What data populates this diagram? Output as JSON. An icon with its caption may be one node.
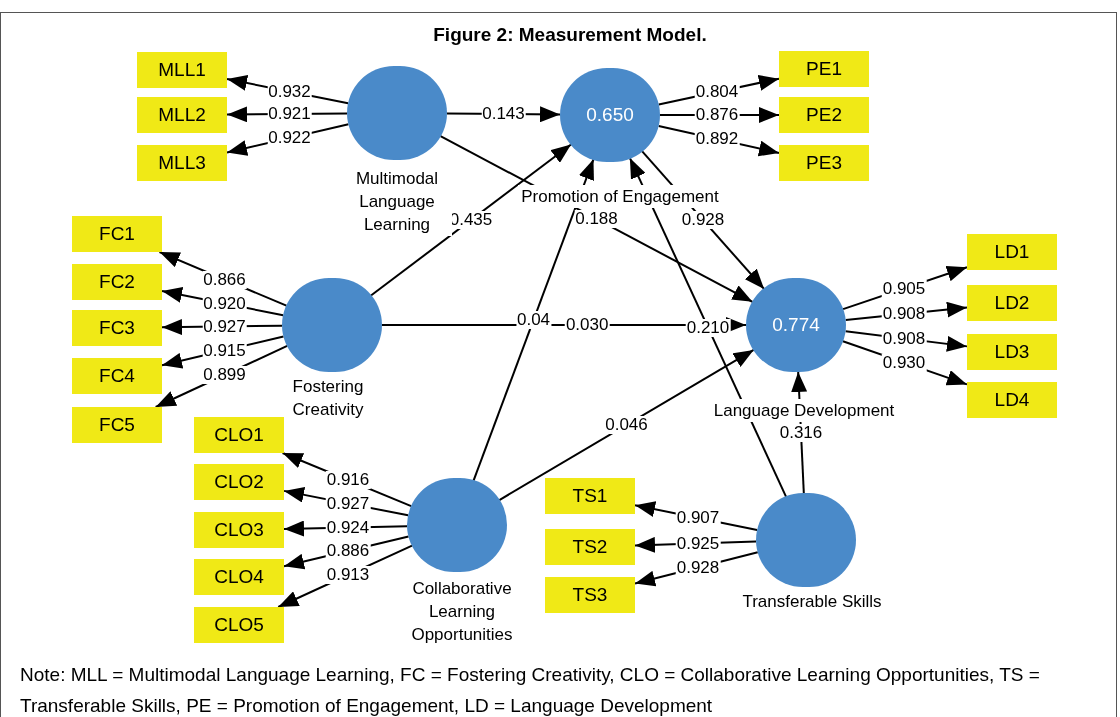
{
  "diagram": {
    "title": "Figure 2: Measurement Model.",
    "nodes": [
      {
        "text": [
          "MLL1"
        ]
      },
      {
        "text": [
          "MLL2"
        ]
      },
      {
        "text": [
          "MLL3"
        ]
      },
      {
        "text": [],
        "shape": "circle",
        "beside": [
          "Multimodal Language Learning"
        ]
      },
      {
        "text": [
          "0.650"
        ],
        "beside": [
          "Promotion of Engagement"
        ]
      },
      {
        "text": [
          "PE1"
        ]
      },
      {
        "text": [
          "PE2"
        ]
      },
      {
        "text": [
          "PE3"
        ]
      },
      {
        "text": [
          "FC1"
        ]
      },
      {
        "text": [
          "FC2"
        ]
      },
      {
        "text": [
          "FC3"
        ]
      },
      {
        "text": [
          "FC4"
        ]
      },
      {
        "text": [
          "FC5"
        ]
      },
      {
        "text": [],
        "shape": "circle",
        "beside": [
          "Fostering Creativity"
        ]
      },
      {
        "text": [
          "0.774"
        ],
        "beside": [
          "Language Development"
        ]
      },
      {
        "text": [
          "LD1"
        ]
      },
      {
        "text": [
          "LD2"
        ]
      },
      {
        "text": [
          "LD3"
        ]
      },
      {
        "text": [
          "LD4"
        ]
      },
      {
        "text": [
          "CLO1"
        ]
      },
      {
        "text": [
          "CLO2"
        ]
      },
      {
        "text": [
          "CLO3"
        ]
      },
      {
        "text": [
          "CLO4"
        ]
      },
      {
        "text": [
          "CLO5"
        ]
      },
      {
        "text": [],
        "shape": "circle",
        "beside": [
          "Collaborative Learning Opportunities"
        ]
      },
      {
        "text": [
          "TS1"
        ]
      },
      {
        "text": [
          "TS2"
        ]
      },
      {
        "text": [
          "TS3"
        ]
      },
      {
        "text": [],
        "shape": "circle",
        "beside": [
          "Transferable Skills"
        ]
      }
    ],
    "edges": [
      {
        "from": 3,
        "to": 0,
        "arrow": "to",
        "label": "0.932"
      },
      {
        "from": 3,
        "to": 1,
        "arrow": "to",
        "label": "0.921"
      },
      {
        "from": 3,
        "to": 2,
        "arrow": "to",
        "label": "0.922"
      },
      {
        "from": 3,
        "to": 4,
        "arrow": "to",
        "label": "0.143"
      },
      {
        "from": 3,
        "to": 14,
        "arrow": "to",
        "label": "0.188"
      },
      {
        "from": 4,
        "to": 5,
        "arrow": "to",
        "label": "0.804"
      },
      {
        "from": 4,
        "to": 6,
        "arrow": "to",
        "label": "0.876"
      },
      {
        "from": 4,
        "to": 7,
        "arrow": "to",
        "label": "0.892"
      },
      {
        "from": 4,
        "to": 14,
        "arrow": "to",
        "label": "0.928"
      },
      {
        "from": 13,
        "to": 8,
        "arrow": "to",
        "label": "0.866"
      },
      {
        "from": 13,
        "to": 9,
        "arrow": "to",
        "label": "0.920"
      },
      {
        "from": 13,
        "to": 10,
        "arrow": "to",
        "label": "0.927"
      },
      {
        "from": 13,
        "to": 11,
        "arrow": "to",
        "label": "0.915"
      },
      {
        "from": 13,
        "to": 12,
        "arrow": "to",
        "label": "0.899"
      },
      {
        "from": 13,
        "to": 4,
        "arrow": "to",
        "label": "0.435"
      },
      {
        "from": 13,
        "to": 14,
        "arrow": "to",
        "label": "0.030"
      },
      {
        "from": 14,
        "to": 15,
        "arrow": "to",
        "label": "0.905"
      },
      {
        "from": 14,
        "to": 16,
        "arrow": "to",
        "label": "0.908"
      },
      {
        "from": 14,
        "to": 17,
        "arrow": "to",
        "label": "0.908"
      },
      {
        "from": 14,
        "to": 18,
        "arrow": "to",
        "label": "0.930"
      },
      {
        "from": 24,
        "to": 19,
        "arrow": "to",
        "label": "0.916"
      },
      {
        "from": 24,
        "to": 20,
        "arrow": "to",
        "label": "0.927"
      },
      {
        "from": 24,
        "to": 21,
        "arrow": "to",
        "label": "0.924"
      },
      {
        "from": 24,
        "to": 22,
        "arrow": "to",
        "label": "0.886"
      },
      {
        "from": 24,
        "to": 23,
        "arrow": "to",
        "label": "0.913"
      },
      {
        "from": 24,
        "to": 4,
        "arrow": "to",
        "label": "0.04"
      },
      {
        "from": 24,
        "to": 14,
        "arrow": "to",
        "label": "0.046"
      },
      {
        "from": 28,
        "to": 25,
        "arrow": "to",
        "label": "0.907"
      },
      {
        "from": 28,
        "to": 26,
        "arrow": "to",
        "label": "0.925"
      },
      {
        "from": 28,
        "to": 27,
        "arrow": "to",
        "label": "0.928"
      },
      {
        "from": 28,
        "to": 4,
        "arrow": "to",
        "label": "0.210"
      },
      {
        "from": 28,
        "to": 14,
        "arrow": "to",
        "label": "0.316"
      }
    ],
    "labels": [
      "Note: MLL = Multimodal Language Learning, FC = Fostering Creativity, CLO = Collaborative Learning Opportunities, TS = Transferable Skills, PE = Promotion of Engagement, LD = Language Development"
    ]
  }
}
